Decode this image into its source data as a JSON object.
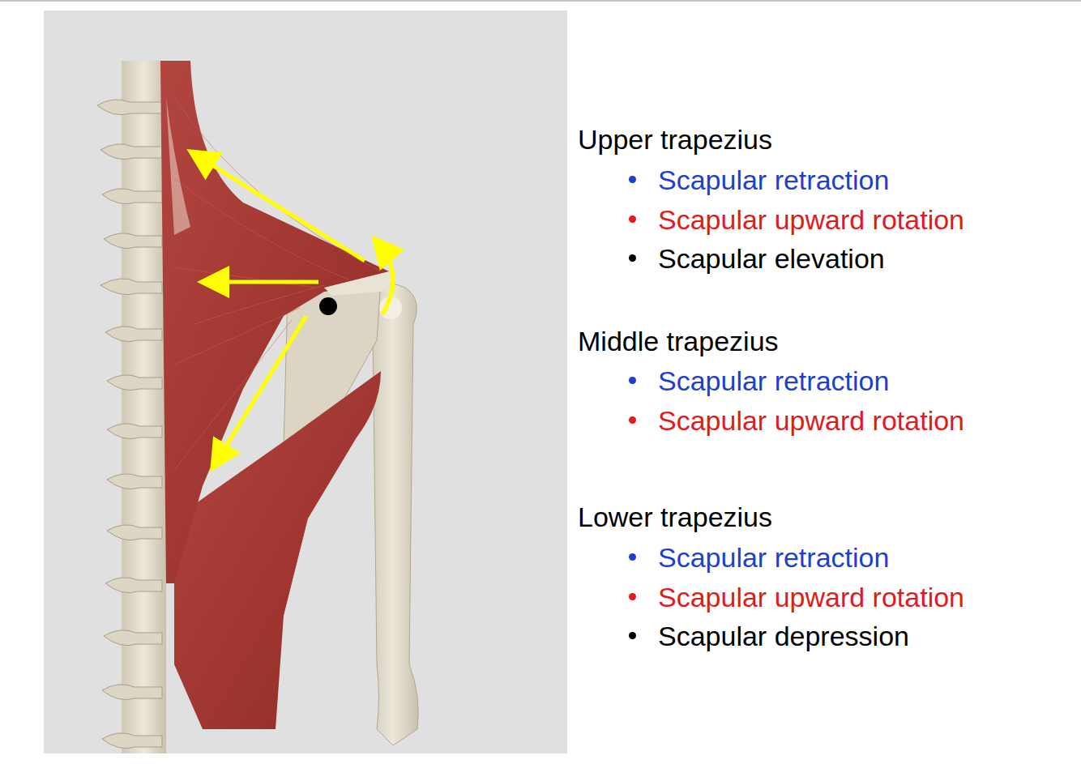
{
  "diagram": {
    "labels": [
      "Upper trapezius",
      "Scapular retraction",
      "Scapular upward rotation",
      "Scapular elevation",
      "Middle trapezius",
      "Scapular retraction",
      "Scapular upward rotation",
      "Lower trapezius",
      "Scapular retraction",
      "Scapular upward rotation",
      "Scapular depression"
    ]
  }
}
